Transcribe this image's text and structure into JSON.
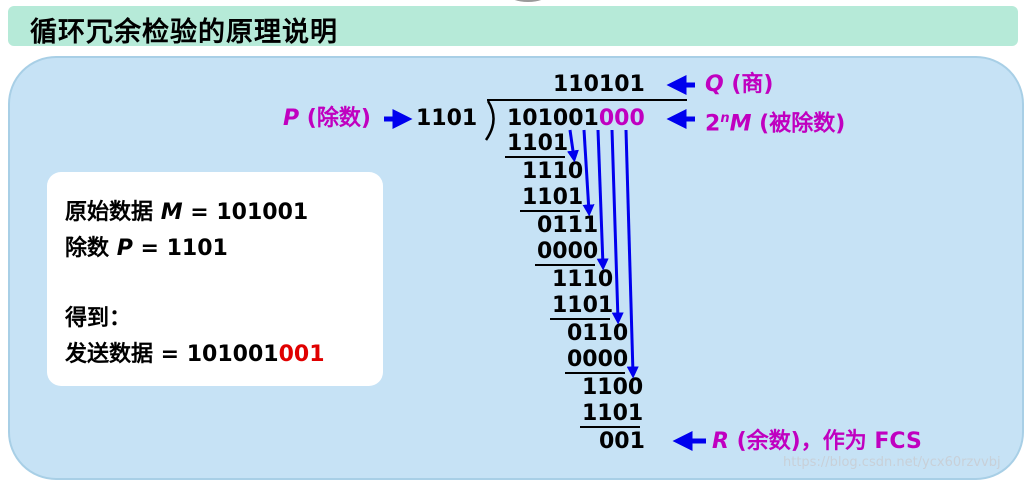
{
  "title": "循环冗余检验的原理说明",
  "info": {
    "line1_prefix": "原始数据",
    "line1_var": "M",
    "line1_value": "= 101001",
    "line2_prefix": "除数",
    "line2_var": "P",
    "line2_value": "= 1101",
    "line3": "得到：",
    "line4_prefix": "发送数据 = 101001",
    "line4_red": "001"
  },
  "division": {
    "quotient": "110101",
    "divisor": "1101",
    "dividend_main": "101001",
    "dividend_pad": "000",
    "steps": [
      "1101",
      "1110",
      "1101",
      "0111",
      "0000",
      "1110",
      "1101",
      "0110",
      "0000",
      "1100",
      "1101",
      "001"
    ]
  },
  "labels": {
    "q_var": "Q",
    "q_text": "(商)",
    "p_var": "P",
    "p_text": "(除数)",
    "m_prefix": "2",
    "m_sup": "n",
    "m_var": "M",
    "m_text": "(被除数)",
    "r_var": "R",
    "r_text": "(余数)，作为 FCS"
  },
  "watermark": "https://blog.csdn.net/ycx60rzvvbj",
  "colors": {
    "title_bg": "#b6ead8",
    "panel_bg": "#c6e2f5",
    "label": "#c000c0",
    "arrow": "#0000ee",
    "highlight": "#e00000"
  }
}
